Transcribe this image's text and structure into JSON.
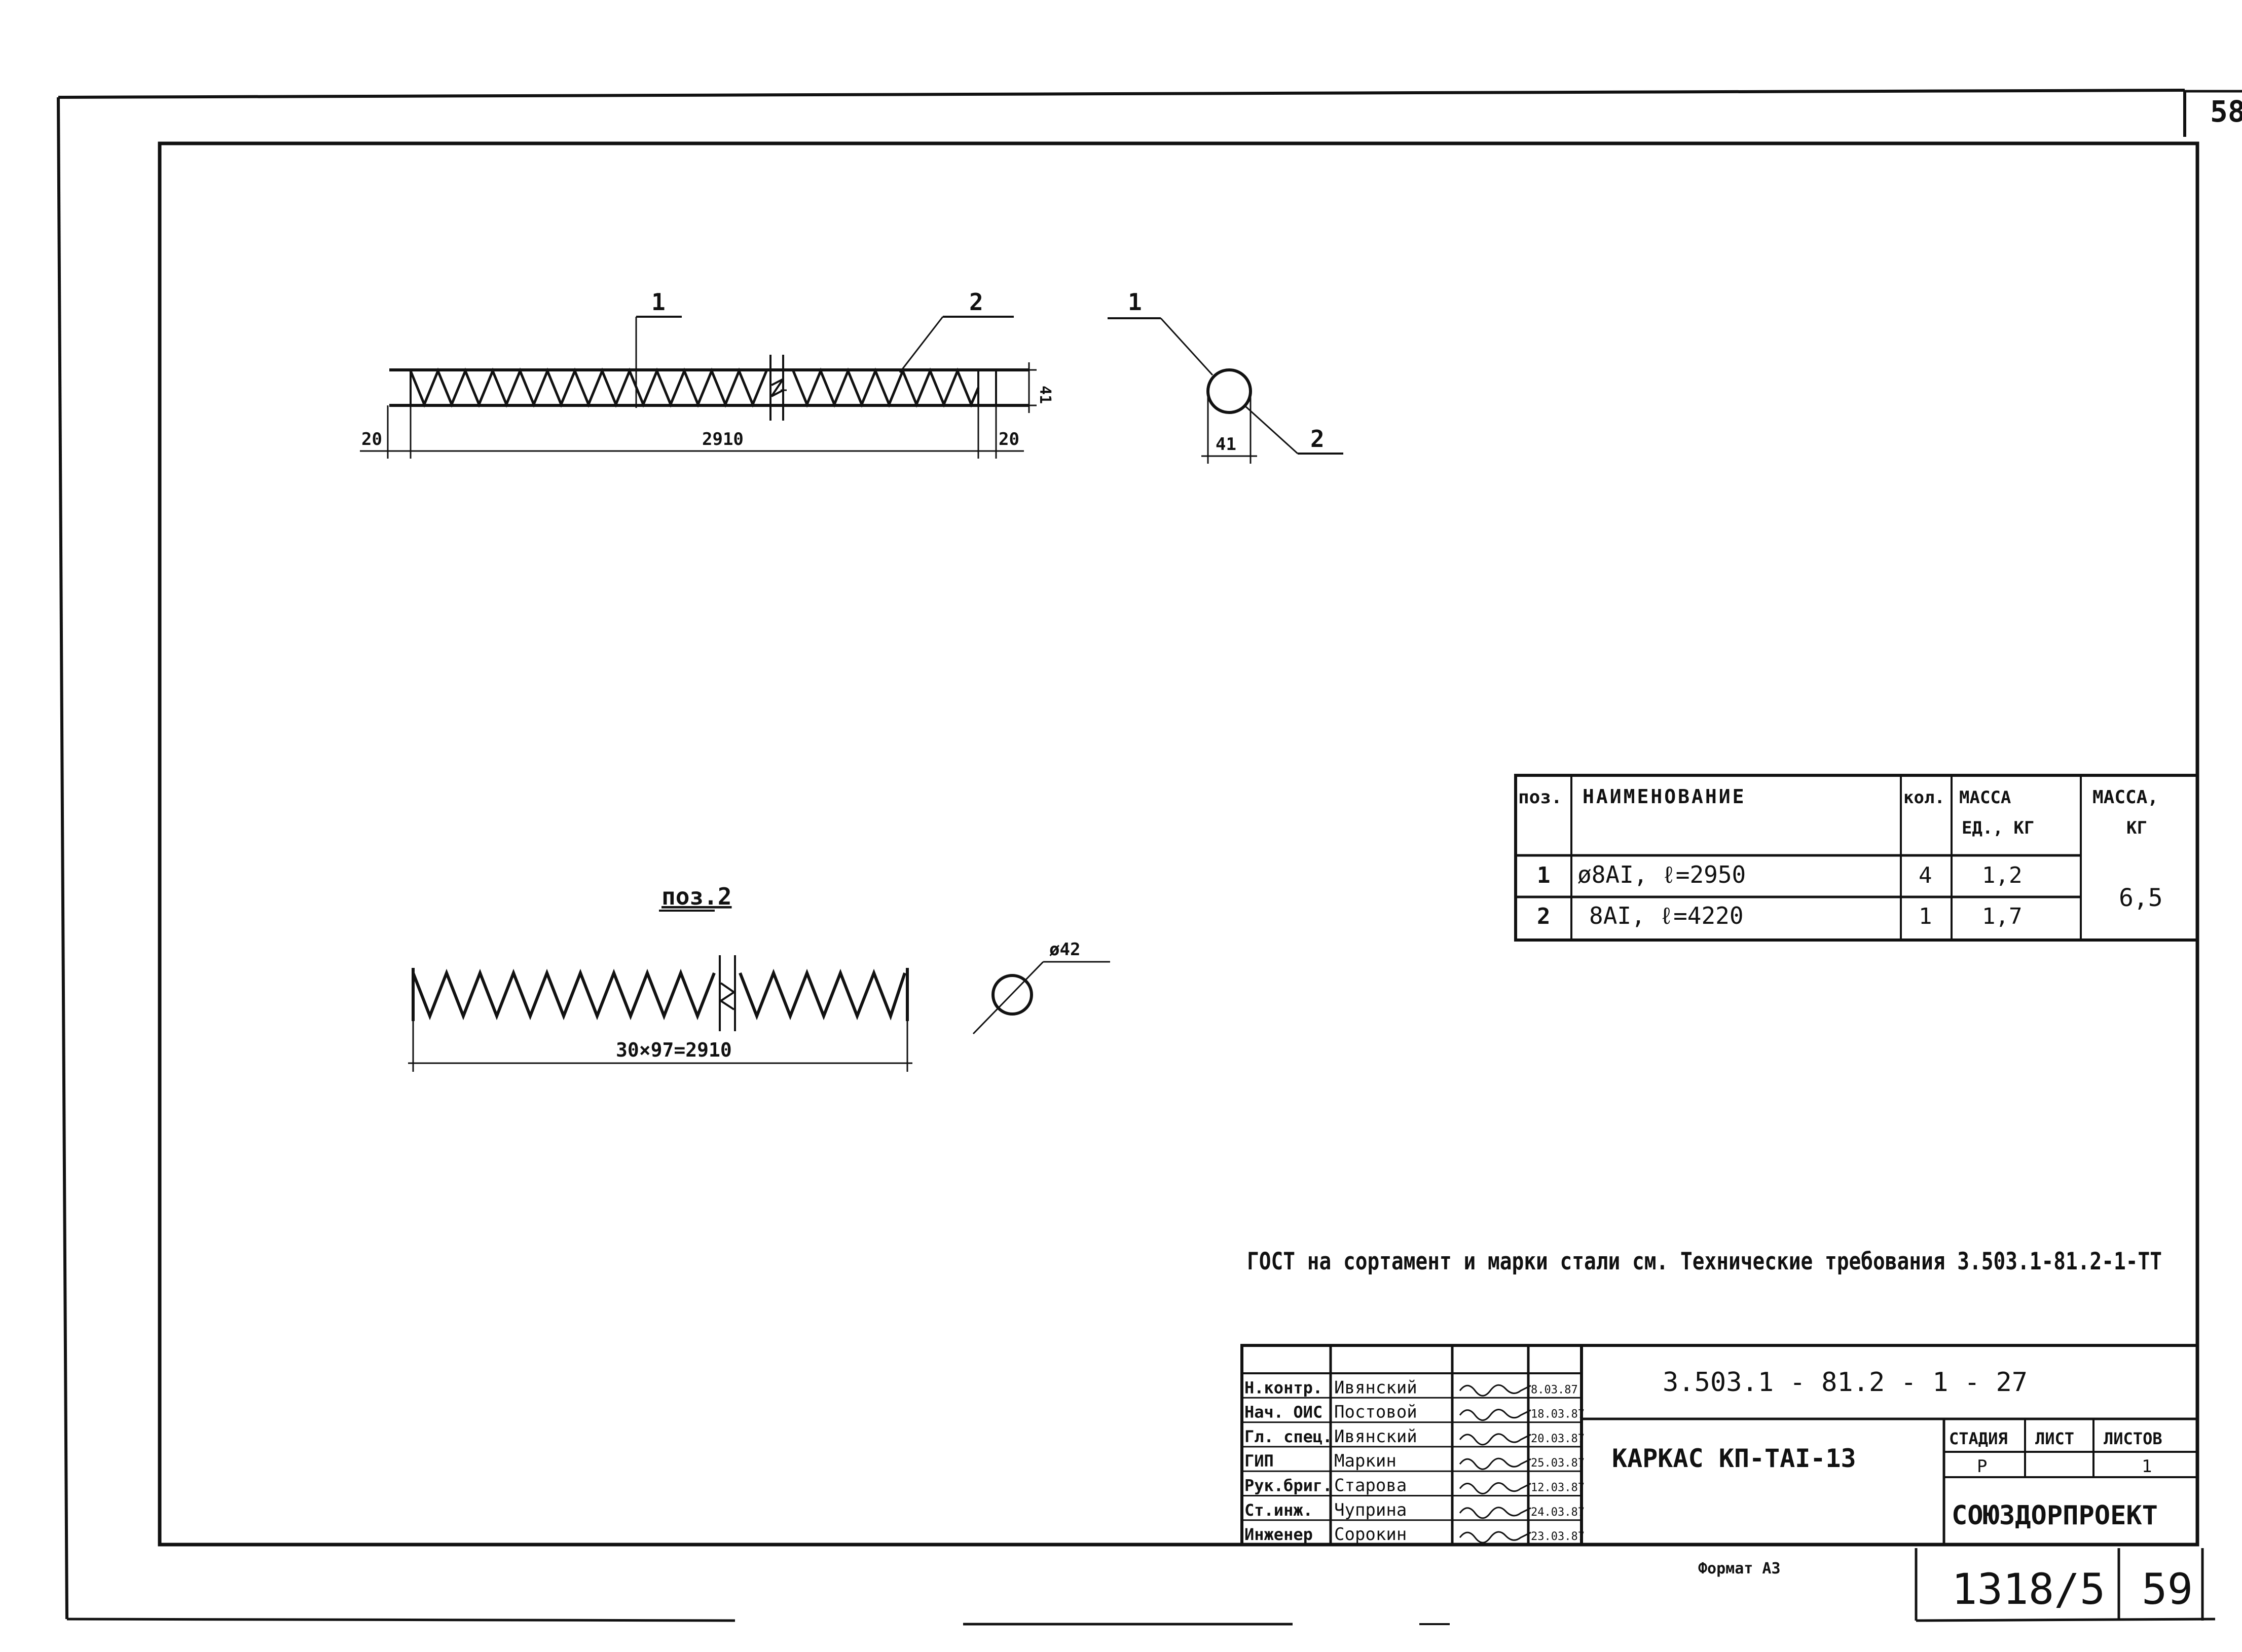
{
  "sheet": {
    "page_top_right": "58",
    "format_label": "Формат А3",
    "archive_number": "1318/5",
    "archive_page": "59"
  },
  "drawing": {
    "plan": {
      "callout_1": "1",
      "callout_2": "2",
      "dim_left": "20",
      "dim_length": "2910",
      "dim_right": "20",
      "dim_height": "41"
    },
    "section": {
      "callout_1": "1",
      "callout_2": "2",
      "dim_width": "41"
    },
    "detail": {
      "title": "поз.2",
      "dim_length": "30×97=2910",
      "diameter": "ø42"
    }
  },
  "spec_table": {
    "headers": {
      "pos": "поз.",
      "name": "НАИМЕНОВАНИЕ",
      "qty": "кол.",
      "unit_mass_1": "МАССА",
      "unit_mass_2": "ЕД., КГ",
      "total_mass_1": "МАССА,",
      "total_mass_2": "КГ"
    },
    "rows": [
      {
        "pos": "1",
        "name": "ø8АI,  ℓ=2950",
        "qty": "4",
        "unit_mass": "1,2"
      },
      {
        "pos": "2",
        "name": "8АI,  ℓ=4220",
        "qty": "1",
        "unit_mass": "1,7"
      }
    ],
    "total_mass": "6,5"
  },
  "note": "ГОСТ на сортамент и марки стали см. Технические требования 3.503.1-81.2-1-ТТ",
  "title_block": {
    "staff": [
      {
        "role": "Н.контр.",
        "name": "Ивянский",
        "date": "8.03.87"
      },
      {
        "role": "Нач. ОИС",
        "name": "Постовой",
        "date": "18.03.87"
      },
      {
        "role": "Гл. спец.",
        "name": "Ивянский",
        "date": "20.03.87"
      },
      {
        "role": "ГИП",
        "name": "Маркин",
        "date": "25.03.87"
      },
      {
        "role": "Рук.бриг.",
        "name": "Старова",
        "date": "12.03.87"
      },
      {
        "role": "Ст.инж.",
        "name": "Чуприна",
        "date": "24.03.87"
      },
      {
        "role": "Инженер",
        "name": "Сорокин",
        "date": "23.03.87"
      }
    ],
    "document_code": "3.503.1 - 81.2 - 1 - 27",
    "title": "КАРКАС  КП-ТАI-13",
    "stage_label": "СТАДИЯ",
    "sheet_label": "ЛИСТ",
    "sheets_label": "ЛИСТОВ",
    "stage_value": "Р",
    "sheet_value": "",
    "sheets_value": "1",
    "organization": "СОЮЗДОРПРОЕКТ"
  }
}
